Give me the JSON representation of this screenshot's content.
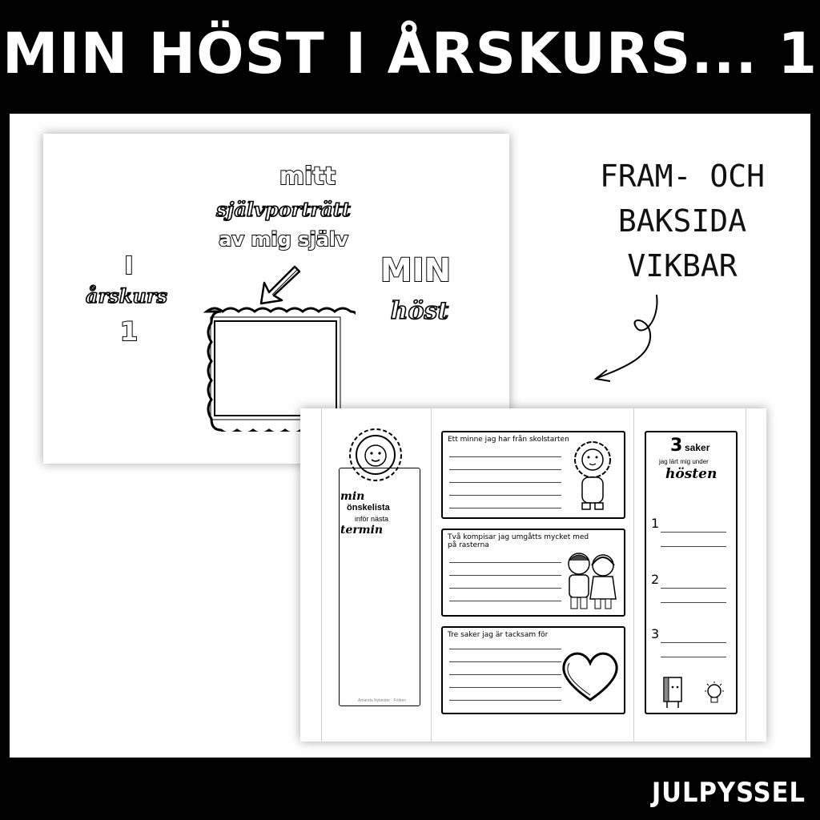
{
  "banner": {
    "title": "MIN HÖST I ÅRSKURS... 1"
  },
  "brand": "JULPYSSEL",
  "note": {
    "line1": "FRAM- OCH",
    "line2": "BAKSIDA",
    "line3": "VIKBAR"
  },
  "front": {
    "i": "I",
    "arskurs": "årskurs",
    "grade": "1",
    "portrait_line1": "mitt",
    "portrait_line2": "självporträtt",
    "portrait_line3": "av mig själv",
    "min": "MIN",
    "host": "höst"
  },
  "inner": {
    "wishlist_line1": "min",
    "wishlist_line2": "önskelista",
    "wishlist_line3": "inför nästa",
    "wishlist_line4": "termin",
    "credit": "Amanda Nylander · Fröken",
    "memory_prompt": "Ett minne jag har från skolstarten",
    "friends_prompt": "Två kompisar jag umgåtts mycket med på rasterna",
    "grateful_prompt": "Tre saker jag är tacksam för",
    "three_number": "3",
    "three_word": "saker",
    "learned_line": "jag lärt mig under",
    "autumn_word": "hösten",
    "item1": "1",
    "item2": "2",
    "item3": "3"
  }
}
